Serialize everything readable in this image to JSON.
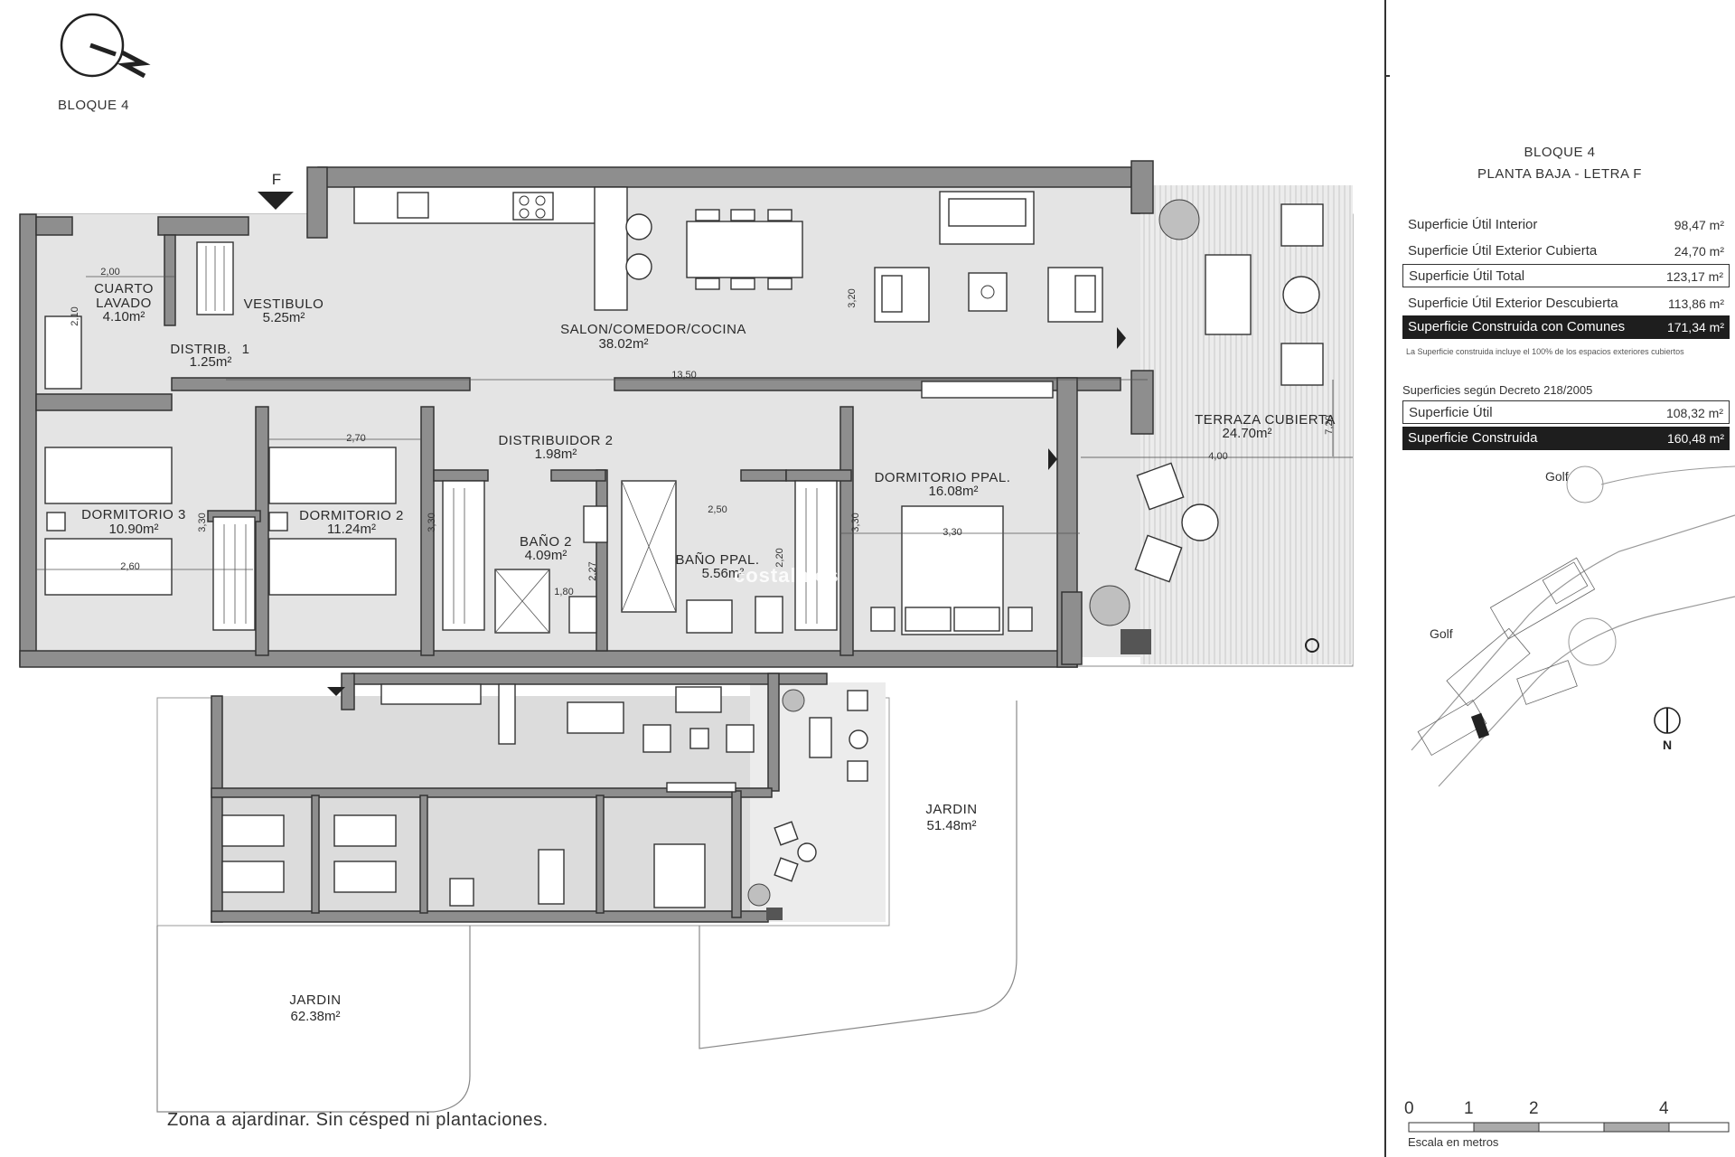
{
  "header": {
    "block_label": "BLOQUE 4",
    "entry_marker": "F",
    "north_symbol": "N"
  },
  "rooms": {
    "cuarto_lavado": {
      "name_line1": "CUARTO",
      "name_line2": "LAVADO",
      "area": "4.10m²"
    },
    "vestibulo": {
      "name": "VESTIBULO",
      "area": "5.25m²"
    },
    "salon": {
      "name": "SALON/COMEDOR/COCINA",
      "area": "38.02m²"
    },
    "distrib1": {
      "name": "DISTRIB.",
      "number": "1",
      "area": "1.25m²"
    },
    "distribuidor2": {
      "name": "DISTRIBUIDOR 2",
      "area": "1.98m²"
    },
    "dormitorio3": {
      "name": "DORMITORIO 3",
      "area": "10.90m²"
    },
    "dormitorio2": {
      "name": "DORMITORIO 2",
      "area": "11.24m²"
    },
    "bano2": {
      "name": "BAÑO 2",
      "area": "4.09m²"
    },
    "bano_ppal": {
      "name": "BAÑO PPAL.",
      "area": "5.56m²"
    },
    "dormitorio_ppal": {
      "name": "DORMITORIO PPAL.",
      "area": "16.08m²"
    },
    "terraza": {
      "name": "TERRAZA CUBIERTA",
      "area": "24.70m²"
    },
    "jardin_right": {
      "name": "JARDIN",
      "area": "51.48m²"
    },
    "jardin_left": {
      "name": "JARDIN",
      "area": "62.38m²"
    }
  },
  "dimensions": {
    "d1": "2,00",
    "d2": "2,10",
    "d3": "13,50",
    "d4": "3,20",
    "d5": "2,70",
    "d6": "3,30",
    "d7": "3,30",
    "d8": "2,60",
    "d9": "2,50",
    "d10": "1,80",
    "d11": "2,27",
    "d12": "2,20",
    "d13": "3,30",
    "d14": "3,30",
    "d15": "7,20",
    "d16": "4,00"
  },
  "garden_note": "Zona a ajardinar. Sin césped ni plantaciones.",
  "watermark": "costalmes",
  "panel": {
    "title_line1": "BLOQUE 4",
    "title_line2": "PLANTA BAJA - LETRA F",
    "surfaces": [
      {
        "label": "Superficie Útil Interior",
        "value": "98,47 m²",
        "style": "plain"
      },
      {
        "label": "Superficie Útil Exterior Cubierta",
        "value": "24,70 m²",
        "style": "plain"
      },
      {
        "label": "Superficie Útil Total",
        "value": "123,17 m²",
        "style": "boxed"
      },
      {
        "label": "Superficie Útil Exterior Descubierta",
        "value": "113,86 m²",
        "style": "plain"
      },
      {
        "label": "Superficie Construida con Comunes",
        "value": "171,34 m²",
        "style": "dark"
      }
    ],
    "surface_note": "La Superficie construida incluye el 100% de los espacios exteriores cubiertos",
    "decree_title": "Superficies según Decreto 218/2005",
    "decree": [
      {
        "label": "Superficie Útil",
        "value": "108,32 m²",
        "style": "boxed"
      },
      {
        "label": "Superficie Construida",
        "value": "160,48 m²",
        "style": "dark"
      }
    ],
    "map_labels": {
      "golf_top": "Golf",
      "golf_left": "Golf",
      "north": "N"
    },
    "scale": {
      "ticks": [
        "0",
        "1",
        "2",
        "4"
      ],
      "caption": "Escala en metros"
    }
  },
  "colors": {
    "wall": "#8e8e8e",
    "floor": "#e4e4e4",
    "dark_row": "#1e1e1e"
  }
}
